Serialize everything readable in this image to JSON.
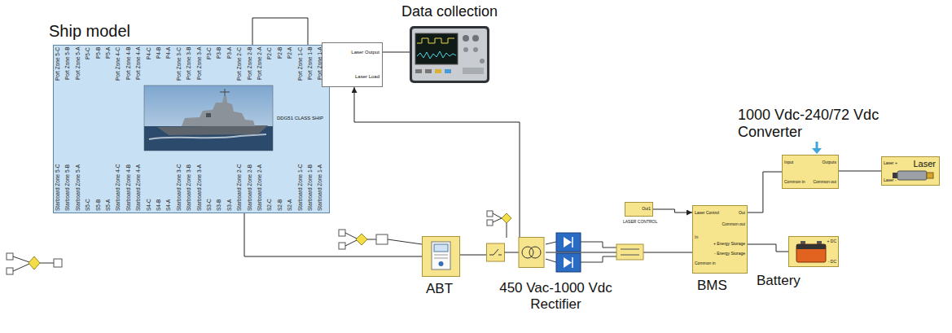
{
  "diagram": {
    "nodes": [
      {
        "text": [
          "Ship model",
          "DDG51 CLASS SHIP"
        ]
      },
      {
        "text": [
          "Laser Output",
          "Laser Load"
        ]
      },
      {
        "text": [
          "Data collection"
        ]
      },
      {
        "text": [
          "ABT"
        ]
      },
      {
        "text": [
          "450 Vac-1000 Vdc Rectifier"
        ]
      },
      {
        "text": [
          "Out1",
          "LASER CONTROL"
        ]
      },
      {
        "text": [
          "BMS",
          "Laser Control",
          "In",
          "Common in",
          "Out",
          "Common out",
          "+ Energy Storage",
          "- Energy Storage"
        ]
      },
      {
        "text": [
          "1000 Vdc-240/72 Vdc Converter",
          "Input",
          "Common in",
          "Outputs",
          "Common out"
        ]
      },
      {
        "text": [
          "Laser",
          "Laser +",
          "Laser -"
        ]
      },
      {
        "text": [
          "Battery",
          "+ DC",
          "- DC"
        ]
      }
    ],
    "edges": [
      {
        "from": 0,
        "to": 1,
        "arrow": "to"
      },
      {
        "from": 1,
        "to": 2,
        "arrow": "none"
      },
      {
        "from": 0,
        "to": 3,
        "arrow": "none"
      },
      {
        "from": 3,
        "to": 4,
        "arrow": "none"
      },
      {
        "from": 4,
        "to": 6,
        "arrow": "none"
      },
      {
        "from": 5,
        "to": 6,
        "arrow": "to"
      },
      {
        "from": 6,
        "to": 7,
        "arrow": "none"
      },
      {
        "from": 7,
        "to": 8,
        "arrow": "none"
      },
      {
        "from": 6,
        "to": 9,
        "arrow": "none"
      },
      {
        "from": 4,
        "to": 1,
        "arrow": "to"
      }
    ],
    "labels": [
      "Port Zone 5-C",
      "Port Zone 5-B",
      "Port Zone 5-A",
      "P5-C",
      "P5-B",
      "P5-A",
      "Port Zone 4-C",
      "Port Zone 4-B",
      "Port Zone 4-A",
      "P4-C",
      "P4-B",
      "P4-A",
      "Port Zone 3-C",
      "Port Zone 3-B",
      "Port Zone 3-A",
      "P3-C",
      "P3-B",
      "P3-A",
      "Port Zone 2-C",
      "Port Zone 2-B",
      "Port Zone 2-A",
      "P2-C",
      "P2-B",
      "P2-A",
      "Port Zone 1-C",
      "Port Zone 1-B",
      "Port Zone 1-A",
      "Starboard Zone 5-C",
      "Starboard Zone 5-B",
      "Starboard Zone 5-A",
      "S5-C",
      "S5-B",
      "S5-A",
      "Starboard Zone 4-C",
      "Starboard Zone 4-B",
      "Starboard Zone 4-A",
      "S4-C",
      "S4-B",
      "S4-A",
      "Starboard Zone 3-C",
      "Starboard Zone 3-B",
      "Starboard Zone 3-A",
      "S3-C",
      "S3-B",
      "S3-A",
      "Starboard Zone 2-C",
      "Starboard Zone 2-B",
      "Starboard Zone 2-A",
      "S2-C",
      "S2-B",
      "S2-A",
      "Starboard Zone 1-C",
      "Starboard Zone 1-B",
      "Starboard Zone 1-A"
    ]
  }
}
